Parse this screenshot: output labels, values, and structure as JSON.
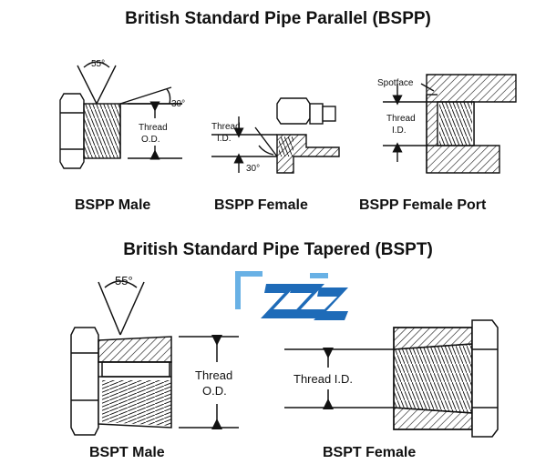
{
  "bspp": {
    "title": "British Standard Pipe Parallel (BSPP)",
    "angle_55": "55°",
    "angle_30": "30°",
    "thread_word": "Thread",
    "od_label": "O.D.",
    "id_label": "I.D.",
    "spotface_label": "Spotface",
    "captions": {
      "male": "BSPP Male",
      "female": "BSPP Female",
      "female_port": "BSPP Female Port"
    }
  },
  "bspt": {
    "title": "British Standard Pipe Tapered (BSPT)",
    "angle_55": "55°",
    "thread_word": "Thread",
    "od_label": "O.D.",
    "thread_id_label": "Thread I.D.",
    "captions": {
      "male": "BSPT Male",
      "female": "BSPT Female"
    }
  },
  "watermark": {
    "icon": "zzz-logo-icon",
    "colors": {
      "blue": "#1e6bb8",
      "light": "#4fa3e0"
    }
  }
}
